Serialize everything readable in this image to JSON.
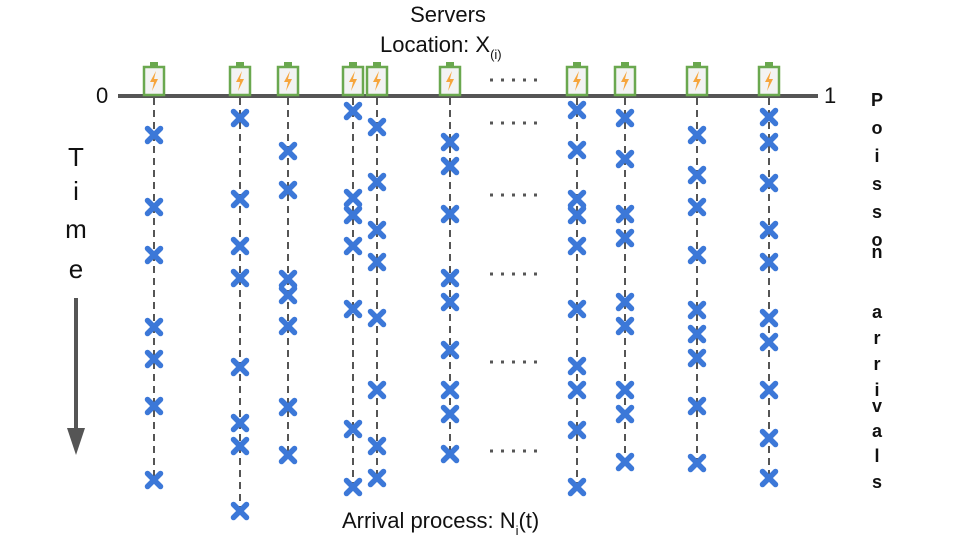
{
  "labels": {
    "servers": "Servers",
    "location_prefix": "Location: X",
    "location_sub": "(i)",
    "axis_start": "0",
    "axis_end": "1",
    "time_letters": [
      "T",
      "i",
      "m",
      "e"
    ],
    "poisson_letters": [
      "P",
      "o",
      "i",
      "s",
      "s",
      "o",
      "n",
      "a",
      "r",
      "r",
      "i",
      "v",
      "a",
      "l",
      "s"
    ],
    "arrival_prefix": "Arrival process: N",
    "arrival_sub": "i",
    "arrival_suffix": "(t)"
  },
  "colors": {
    "axis": "#555555",
    "battery_outline": "#6aa84f",
    "battery_fill": "#f3f3f3",
    "bolt": "#f6a53c",
    "arrival_marker": "#3c78d8",
    "dashed_line": "#555555",
    "ellipsis": "#555555"
  },
  "icons": {
    "server": "battery-bolt-icon",
    "arrival": "x-cross-icon",
    "time_direction": "arrow-down-icon"
  }
}
